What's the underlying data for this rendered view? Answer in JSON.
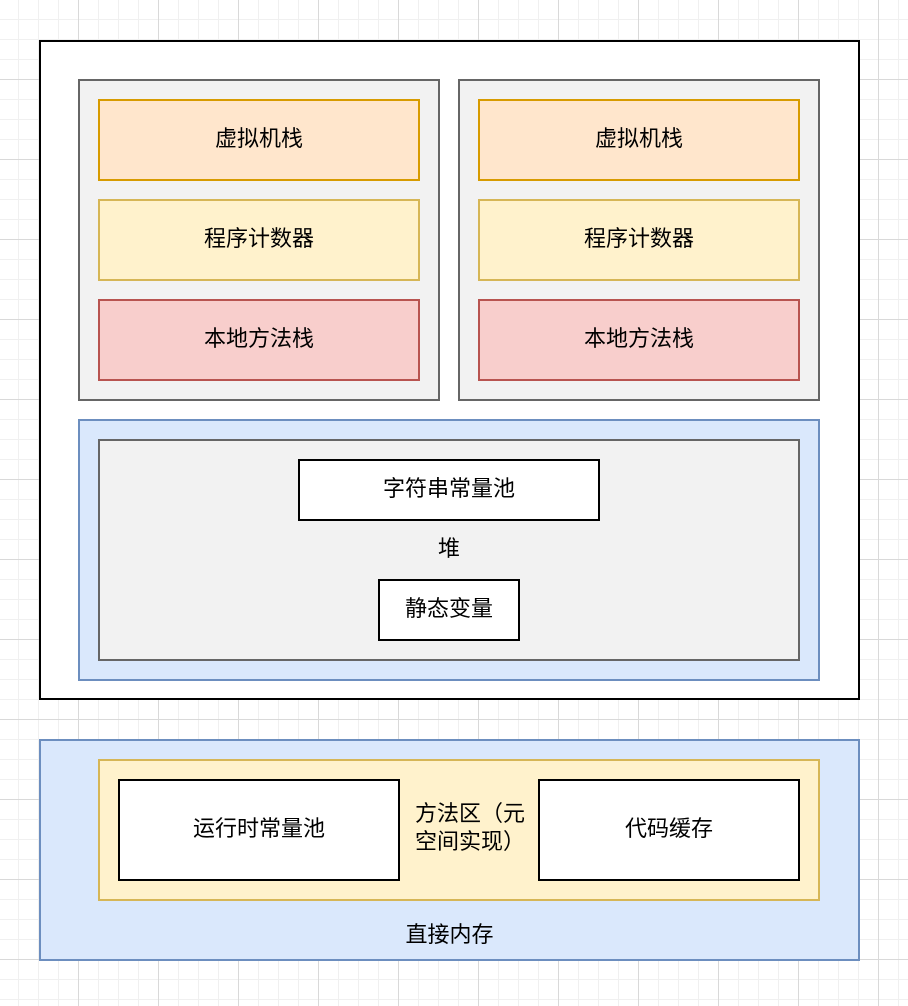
{
  "threads": [
    {
      "stack": "虚拟机栈",
      "pc": "程序计数器",
      "native": "本地方法栈"
    },
    {
      "stack": "虚拟机栈",
      "pc": "程序计数器",
      "native": "本地方法栈"
    }
  ],
  "heap": {
    "label": "堆",
    "string_pool": "字符串常量池",
    "static_vars": "静态变量"
  },
  "direct_memory": {
    "label": "直接内存",
    "metaspace_label": "方法区（元\n空间实现）",
    "runtime_pool": "运行时常量池",
    "code_cache": "代码缓存"
  },
  "colors": {
    "stack_fill": "#ffe6cc",
    "stack_border": "#d79b00",
    "pc_fill": "#fff2cc",
    "pc_border": "#d6b656",
    "native_fill": "#f8cecc",
    "native_border": "#b85450",
    "heap_outer_fill": "#dae8fc",
    "heap_outer_border": "#6c8ebf",
    "heap_fill": "#f2f2f2",
    "thread_fill": "#f2f2f2"
  }
}
